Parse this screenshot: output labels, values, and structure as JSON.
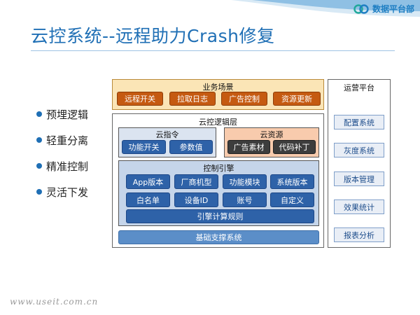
{
  "header": {
    "brand": "数据平台部",
    "title": "云控系统--远程助力Crash修复"
  },
  "bullets": [
    "预埋逻辑",
    "轻重分离",
    "精准控制",
    "灵活下发"
  ],
  "business": {
    "label": "业务场景",
    "items": [
      "远程开关",
      "拉取日志",
      "广告控制",
      "资源更新"
    ]
  },
  "cloud_logic": {
    "label": "云控逻辑层",
    "directive": {
      "label": "云指令",
      "items": [
        "功能开关",
        "参数值"
      ]
    },
    "resource": {
      "label": "云资源",
      "items": [
        "广告素材",
        "代码补丁"
      ]
    },
    "engine": {
      "label": "控制引擎",
      "row1": [
        "App版本",
        "厂商机型",
        "功能模块",
        "系统版本"
      ],
      "row2": [
        "白名单",
        "设备ID",
        "账号",
        "自定义"
      ],
      "rule": "引擎计算规则"
    }
  },
  "base": {
    "label": "基础支撑系统"
  },
  "ops": {
    "label": "运营平台",
    "items": [
      "配置系统",
      "灰度系统",
      "版本管理",
      "效果统计",
      "报表分析"
    ]
  },
  "footer": {
    "url": "www.useit.com.cn"
  },
  "colors": {
    "title_blue": "#1f6fb5",
    "business_fill": "#fbe5b6",
    "orange": "#c55a11",
    "navy": "#2e62a8",
    "resource_fill": "#f8cbad",
    "engine_fill": "#c5d5ea",
    "panel_fill": "#dbe4f0"
  }
}
